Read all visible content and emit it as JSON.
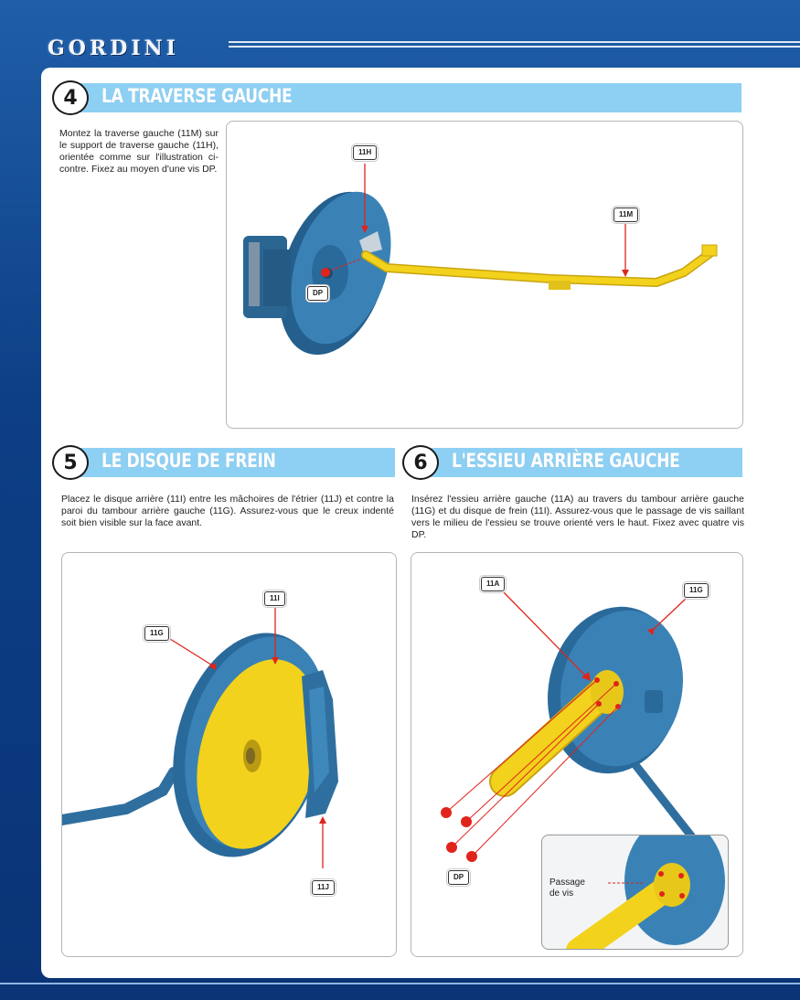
{
  "header": {
    "brand": "GORDINI"
  },
  "colors": {
    "accent": "#8ed0f4",
    "part_blue": "#2f77a8",
    "part_yellow": "#f2d21c",
    "arrow_red": "#e0241b"
  },
  "steps": [
    {
      "number": "4",
      "title": "LA TRAVERSE GAUCHE",
      "text": "Montez la traverse gauche (11M) sur le support de traverse gauche (11H), orientée comme sur l'illustration ci-contre. Fixez au moyen d'une vis DP.",
      "labels": [
        "11H",
        "11M",
        "DP"
      ]
    },
    {
      "number": "5",
      "title": "LE DISQUE DE FREIN",
      "text": "Placez le disque arrière (11I) entre les mâchoires de l'étrier (11J) et contre la paroi du tambour arrière gauche (11G). Assurez-vous que le creux indenté soit bien visible sur la face avant.",
      "labels": [
        "11I",
        "11G",
        "11J"
      ]
    },
    {
      "number": "6",
      "title": "L'ESSIEU ARRIÈRE GAUCHE",
      "text": "Insérez l'essieu arrière gauche (11A) au travers du tambour arrière gauche (11G) et du disque de frein (11I). Assurez-vous que le passage de vis saillant vers le milieu de l'essieu se trouve orienté vers le haut. Fixez avec quatre vis DP.",
      "labels": [
        "11A",
        "11G",
        "DP"
      ],
      "inset_label_line1": "Passage",
      "inset_label_line2": "de vis"
    }
  ]
}
